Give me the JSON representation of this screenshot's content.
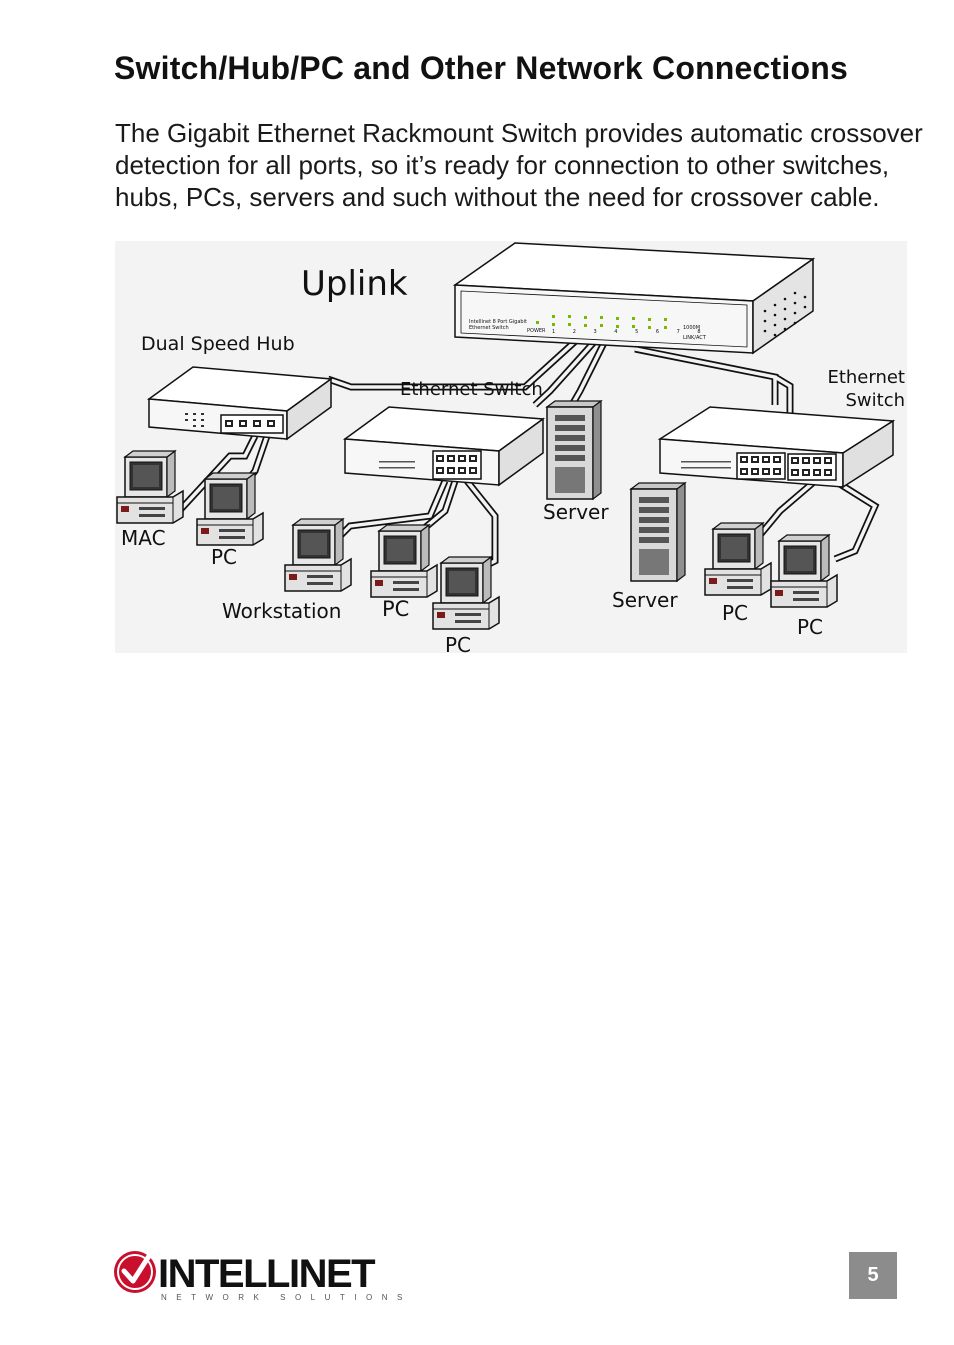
{
  "heading": "Switch/Hub/PC and Other Network Connections",
  "paragraph": [
    "The Gigabit Ethernet Rackmount Switch provides automatic crossover",
    "detection for all ports, so it’s ready for connection to other switches,",
    "hubs, PCs, servers and such without the need for crossover cable."
  ],
  "diagram": {
    "uplink": "Uplink",
    "dual_speed_hub": "Dual Speed Hub",
    "ethernet_switch": "Ethernet Switch",
    "ethernet_switch_right_1": "Ethernet",
    "ethernet_switch_right_2": "Switch",
    "server_1": "Server",
    "server_2": "Server",
    "mac": "MAC",
    "pc_1": "PC",
    "workstation": "Workstation",
    "pc_2": "PC",
    "pc_3": "PC",
    "pc_4": "PC",
    "pc_5": "PC",
    "main_switch_label_1": "Intellinet 8 Port Gigabit",
    "main_switch_label_2": "Ethernet Switch",
    "main_switch_power": "POWER",
    "main_switch_ports": "1 2 3 4 5 6 7 8",
    "main_switch_speed": "1000M",
    "main_switch_link": "LINK/ACT"
  },
  "logo": {
    "brand": "INTELLINET",
    "tagline": "NETWORK SOLUTIONS",
    "accent_color": "#c8102e"
  },
  "page_number": "5"
}
